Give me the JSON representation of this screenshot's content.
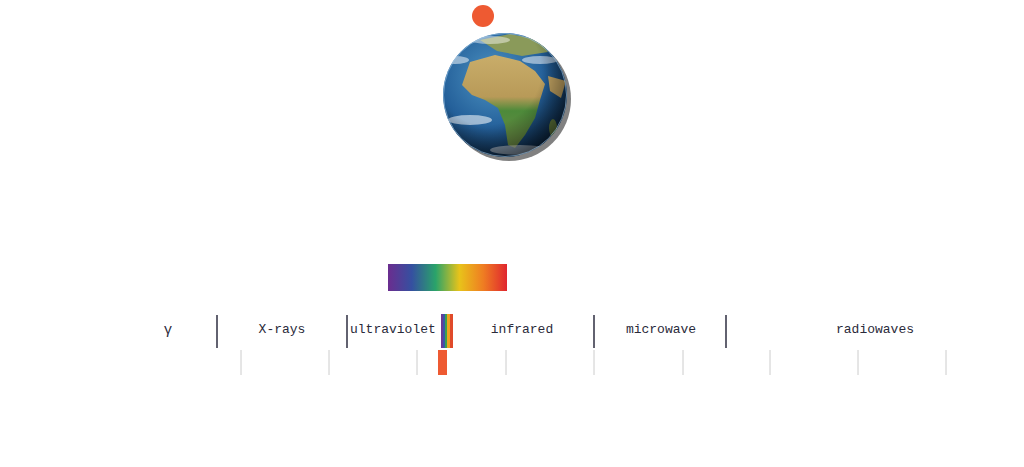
{
  "diagram": {
    "labels": [
      "γ",
      "X-rays",
      "ultraviolet",
      "infrared",
      "microwave",
      "radiowaves"
    ]
  }
}
